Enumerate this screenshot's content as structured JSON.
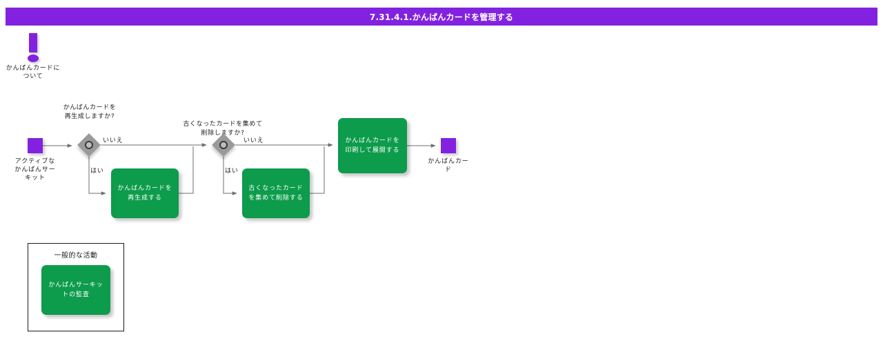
{
  "header": {
    "title": "7.31.4.1.かんばんカードを管理する",
    "bar_color": "#8222E0",
    "text_color": "#ffffff"
  },
  "palette": {
    "purple": "#8222E0",
    "green": "#0D9B4C",
    "diamond_gray": "#9a9a9a",
    "connector": "#6e6e6e",
    "background": "#ffffff"
  },
  "note": {
    "icon": "exclamation-icon",
    "label": "かんばんカードについて"
  },
  "nodes": {
    "start": {
      "icon": "purple-square-icon",
      "label": "アクティブなかんばんサーキット"
    },
    "end": {
      "icon": "purple-square-icon",
      "label": "かんばんカード"
    }
  },
  "decisions": [
    {
      "id": "decision-1",
      "question": "かんばんカードを再生成しますか?",
      "yes_label": "はい",
      "no_label": "いいえ"
    },
    {
      "id": "decision-2",
      "question": "古くなったカードを集めて削除しますか?",
      "yes_label": "はい",
      "no_label": "いいえ"
    }
  ],
  "tasks": [
    {
      "id": "task-regen",
      "label": "かんばんカードを再生成する"
    },
    {
      "id": "task-purge",
      "label": "古くなったカードを集めて削除する"
    },
    {
      "id": "task-print",
      "label": "かんばんカードを印刷して展開する"
    },
    {
      "id": "task-audit",
      "label": "かんばんサーキットの監査"
    }
  ],
  "group": {
    "title": "一般的な活動"
  }
}
